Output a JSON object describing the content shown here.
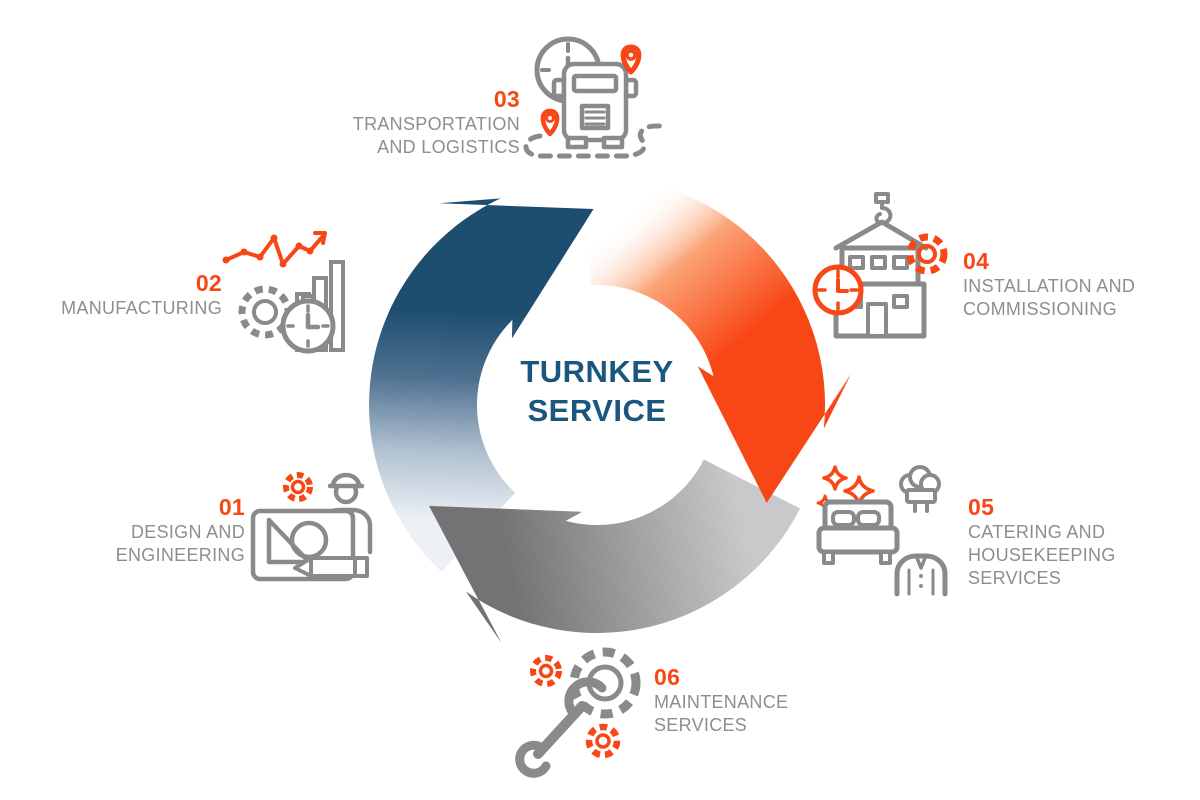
{
  "title": {
    "line1": "TURNKEY",
    "line2": "SERVICE"
  },
  "colors": {
    "orange": "#f84716",
    "orange_light": "#fba376",
    "blue_dark": "#1d4e70",
    "blue_mid": "#4f7190",
    "blue_light": "#b2c2d1",
    "blue_faint": "#edf1f5",
    "gray_arrow_dark": "#737376",
    "gray_arrow_light": "#c9c9cc",
    "title_blue": "#1a567d",
    "label_text": "#8e8e90",
    "icon_gray": "#8a8a8c"
  },
  "steps": [
    {
      "number": "01",
      "lines": [
        "DESIGN AND",
        "ENGINEERING"
      ],
      "icon": "design-engineering"
    },
    {
      "number": "02",
      "lines": [
        "MANUFACTURING"
      ],
      "icon": "manufacturing"
    },
    {
      "number": "03",
      "lines": [
        "TRANSPORTATION",
        "AND LOGISTICS"
      ],
      "icon": "transportation-logistics"
    },
    {
      "number": "04",
      "lines": [
        "INSTALLATION AND",
        "COMMISSIONING"
      ],
      "icon": "installation-commissioning"
    },
    {
      "number": "05",
      "lines": [
        "CATERING AND",
        "HOUSEKEEPING",
        "SERVICES"
      ],
      "icon": "catering-housekeeping"
    },
    {
      "number": "06",
      "lines": [
        "MAINTENANCE",
        "SERVICES"
      ],
      "icon": "maintenance"
    }
  ]
}
